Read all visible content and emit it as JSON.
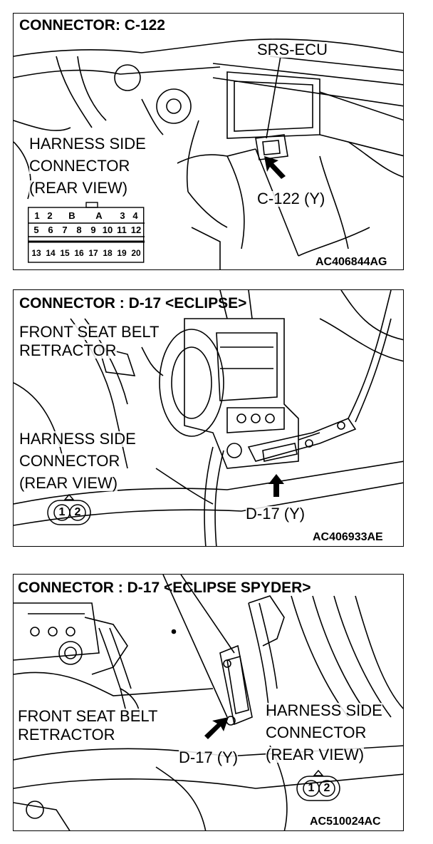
{
  "panels": [
    {
      "title": "CONNECTOR: C-122",
      "component": "SRS-ECU",
      "harness_line1": "HARNESS SIDE",
      "harness_line2": "CONNECTOR",
      "harness_line3": "(REAR VIEW)",
      "connector_label": "C-122 (Y)",
      "figure_code": "AC406844AG",
      "pins_row1": [
        "1",
        "2",
        "B",
        "A",
        "3",
        "4"
      ],
      "pins_row2": [
        "5",
        "6",
        "7",
        "8",
        "9",
        "10",
        "11",
        "12"
      ],
      "pins_row3": [
        "13",
        "14",
        "15",
        "16",
        "17",
        "18",
        "19",
        "20"
      ]
    },
    {
      "title": "CONNECTOR : D-17 <ECLIPSE>",
      "component_line1": "FRONT SEAT BELT",
      "component_line2": "RETRACTOR",
      "harness_line1": "HARNESS SIDE",
      "harness_line2": "CONNECTOR",
      "harness_line3": "(REAR VIEW)",
      "connector_label": "D-17 (Y)",
      "figure_code": "AC406933AE",
      "pins": [
        "1",
        "2"
      ]
    },
    {
      "title": "CONNECTOR : D-17 <ECLIPSE SPYDER>",
      "component_line1": "FRONT SEAT BELT",
      "component_line2": "RETRACTOR",
      "harness_line1": "HARNESS SIDE",
      "harness_line2": "CONNECTOR",
      "harness_line3": "(REAR VIEW)",
      "connector_label": "D-17 (Y)",
      "figure_code": "AC510024AC",
      "pins": [
        "1",
        "2"
      ]
    }
  ]
}
